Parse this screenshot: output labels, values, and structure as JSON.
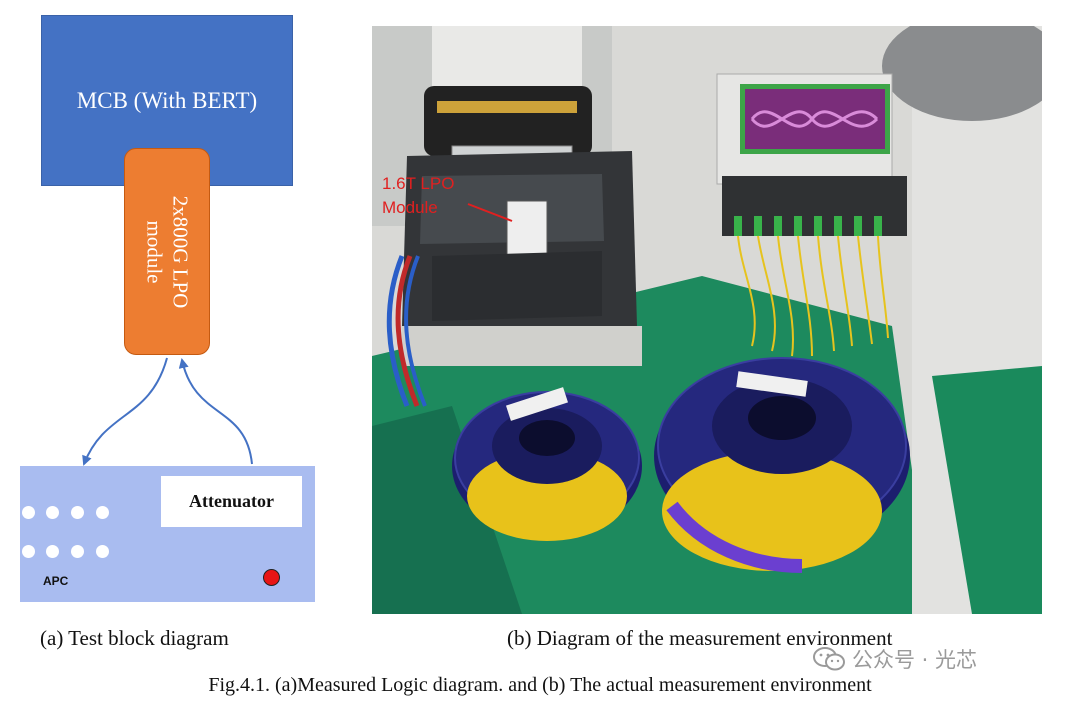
{
  "diagram": {
    "mcb_label": "MCB (With BERT)",
    "module_label_line1": "2x800G LPO",
    "module_label_line2": "module",
    "attenuator_label": "Attenuator",
    "apc_label": "APC",
    "colors": {
      "mcb": "#4472c4",
      "module": "#ed7d31",
      "attenuator_box": "#a9bcf0",
      "arrow": "#4472c4",
      "indicator": "#e81515"
    }
  },
  "photo": {
    "annotation_line1": "1.6T LPO",
    "annotation_line2": "Module",
    "annotation_color": "#e02020"
  },
  "captions": {
    "a": "(a) Test block diagram",
    "b": "(b) Diagram of the measurement environment",
    "figure": "Fig.4.1. (a)Measured Logic diagram. and (b) The actual measurement environment"
  },
  "watermark": {
    "text": "公众号 · 光芯",
    "icon": "wechat-icon"
  }
}
